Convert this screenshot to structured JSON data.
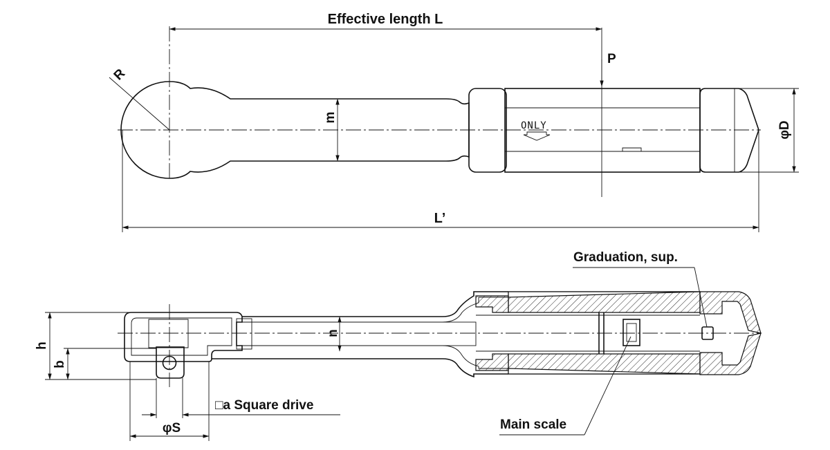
{
  "labels": {
    "effective_length": "Effective length L",
    "force": "P",
    "radius": "R",
    "m": "m",
    "phi_d": "φD",
    "l_prime": "L’",
    "graduation": "Graduation, sup.",
    "h": "h",
    "b": "b",
    "n": "n",
    "square_drive": "□a Square drive",
    "phi_s": "φS",
    "main_scale": "Main scale",
    "only": "ONLY"
  }
}
